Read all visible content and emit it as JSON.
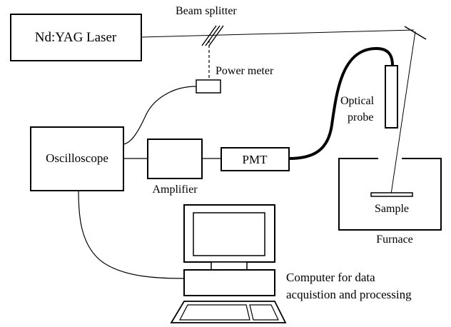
{
  "diagram": {
    "laser": "Nd:YAG Laser",
    "beam_splitter": "Beam splitter",
    "power_meter": "Power meter",
    "optical_probe": [
      "Optical",
      "probe"
    ],
    "oscilloscope": "Oscilloscope",
    "amplifier": "Amplifier",
    "pmt": "PMT",
    "sample": "Sample",
    "furnace": "Furnace",
    "computer": [
      "Computer for data",
      "acquistion and processing"
    ]
  }
}
